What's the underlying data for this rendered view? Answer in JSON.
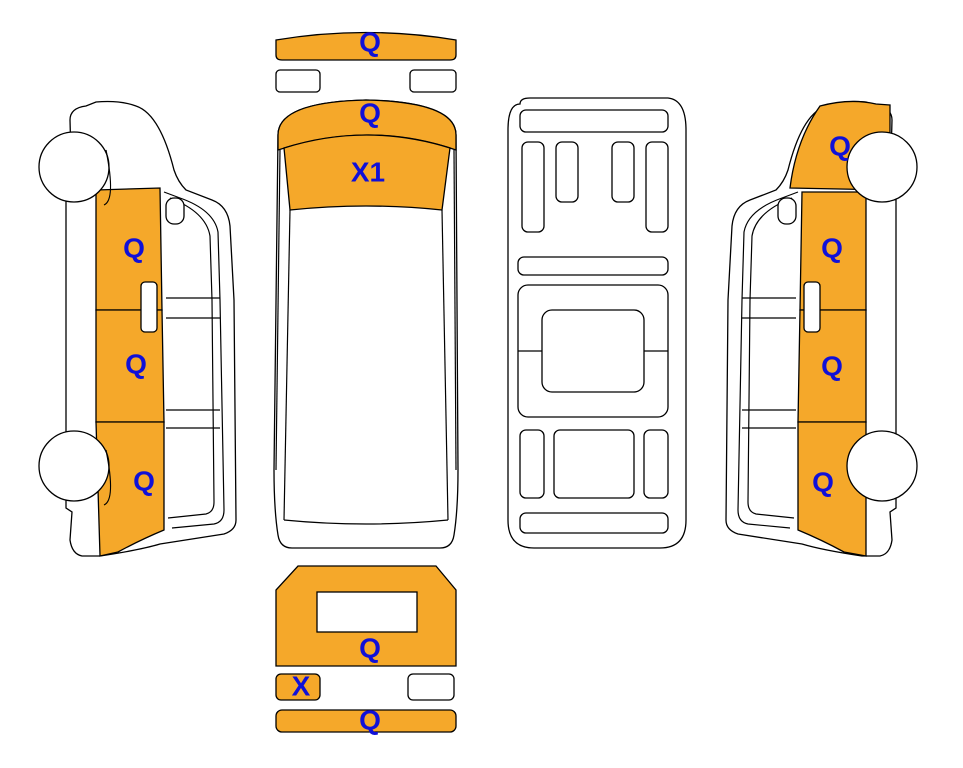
{
  "colors": {
    "damaged_fill": "#F5A82A",
    "label": "#1010D8",
    "outline": "#000000",
    "panel": "#FFFFFF"
  },
  "views": {
    "front": {
      "bumper_label": "Q",
      "left_lamp_label": "",
      "right_lamp_label": ""
    },
    "top": {
      "hood_label": "Q",
      "windshield_label": "X1"
    },
    "underbody": {},
    "left_side": {
      "front_panel_label": "Q",
      "middle_panel_label": "Q",
      "rear_panel_label": "Q"
    },
    "right_side": {
      "front_panel_label": "Q",
      "middle_panel_label": "Q",
      "rear_panel_label": "Q"
    },
    "rear": {
      "door_label": "Q",
      "left_lamp_label": "X",
      "right_lamp_label": "",
      "bumper_label": "Q"
    }
  }
}
